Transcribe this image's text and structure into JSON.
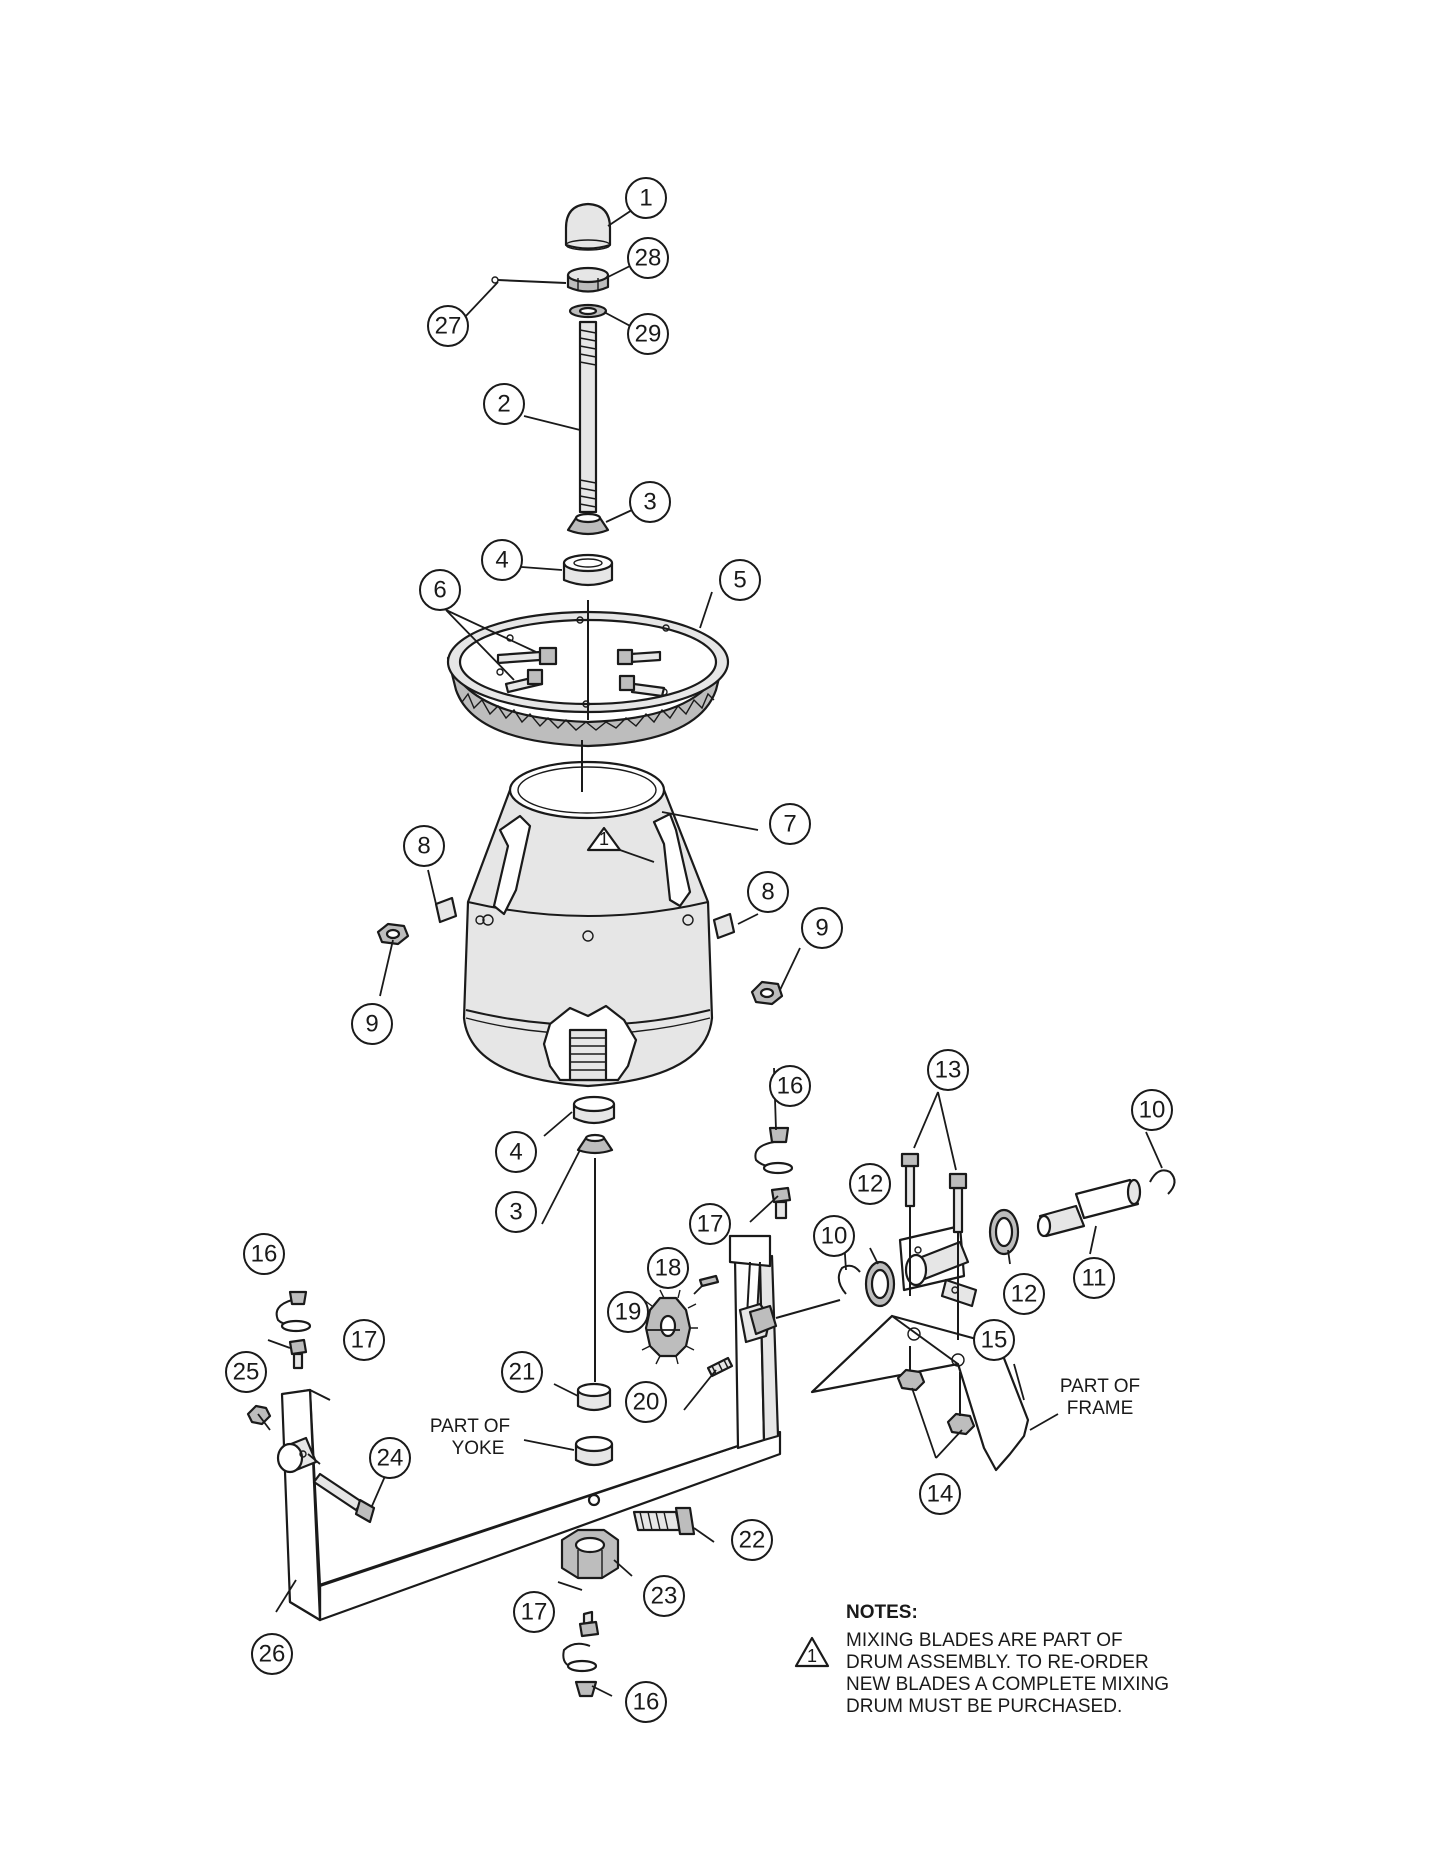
{
  "callouts": {
    "c1": "1",
    "c2": "2",
    "c3a": "3",
    "c3b": "3",
    "c4a": "4",
    "c4b": "4",
    "c5": "5",
    "c6": "6",
    "c7": "7",
    "c8a": "8",
    "c8b": "8",
    "c9a": "9",
    "c9b": "9",
    "c10a": "10",
    "c10b": "10",
    "c11": "11",
    "c12a": "12",
    "c12b": "12",
    "c13": "13",
    "c14": "14",
    "c15": "15",
    "c16a": "16",
    "c16b": "16",
    "c16c": "16",
    "c17a": "17",
    "c17b": "17",
    "c17c": "17",
    "c18": "18",
    "c19": "19",
    "c20": "20",
    "c21": "21",
    "c22": "22",
    "c23": "23",
    "c24": "24",
    "c25": "25",
    "c26": "26",
    "c27": "27",
    "c28": "28",
    "c29": "29"
  },
  "labels": {
    "yoke_line1": "PART OF",
    "yoke_line2": "YOKE",
    "frame_line1": "PART OF",
    "frame_line2": "FRAME"
  },
  "notes": {
    "title": "NOTES:",
    "marker": "1",
    "drum_marker": "1",
    "lines": [
      "MIXING BLADES ARE PART OF",
      "DRUM ASSEMBLY. TO RE-ORDER",
      "NEW BLADES A COMPLETE MIXING",
      "DRUM MUST BE PURCHASED."
    ]
  }
}
